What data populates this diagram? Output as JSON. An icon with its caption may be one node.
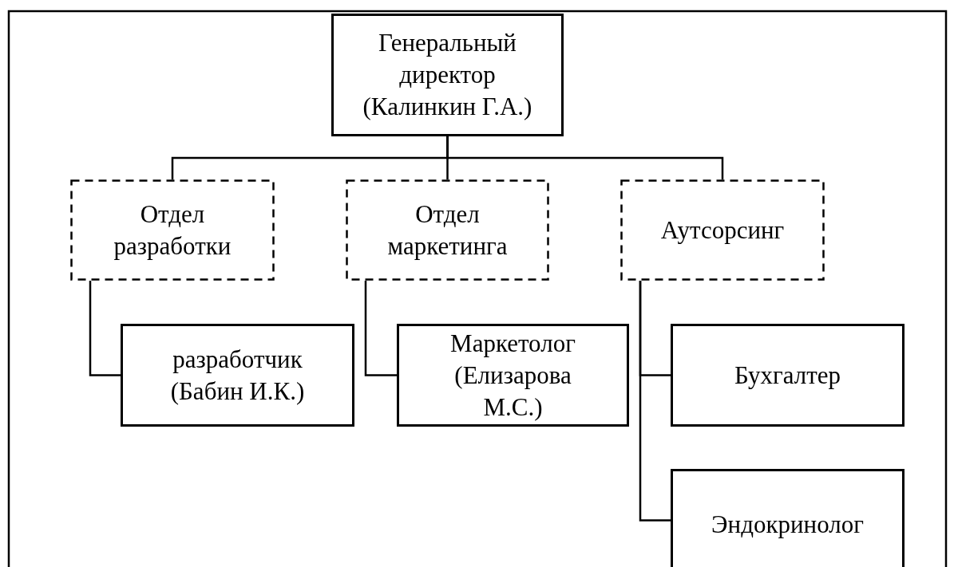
{
  "diagram": {
    "nodes": [
      {
        "text": [
          "Генеральный директор (Калинкин Г.А.)"
        ]
      },
      {
        "text": [
          "Отдел разработки"
        ]
      },
      {
        "text": [
          "Отдел маркетинга"
        ]
      },
      {
        "text": [
          "Аутсорсинг"
        ]
      },
      {
        "text": [
          "разработчик (Бабин И.К.)"
        ]
      },
      {
        "text": [
          "Маркетолог (Елизарова М.С.)"
        ]
      },
      {
        "text": [
          "Бухгалтер"
        ]
      },
      {
        "text": [
          "Эндокринолог"
        ]
      }
    ],
    "edges": [
      {
        "from": 0,
        "to": 1,
        "arrow": "none"
      },
      {
        "from": 0,
        "to": 2,
        "arrow": "none"
      },
      {
        "from": 0,
        "to": 3,
        "arrow": "none"
      },
      {
        "from": 1,
        "to": 4,
        "arrow": "none"
      },
      {
        "from": 2,
        "to": 5,
        "arrow": "none"
      },
      {
        "from": 3,
        "to": 6,
        "arrow": "none"
      },
      {
        "from": 3,
        "to": 7,
        "arrow": "none"
      }
    ]
  }
}
